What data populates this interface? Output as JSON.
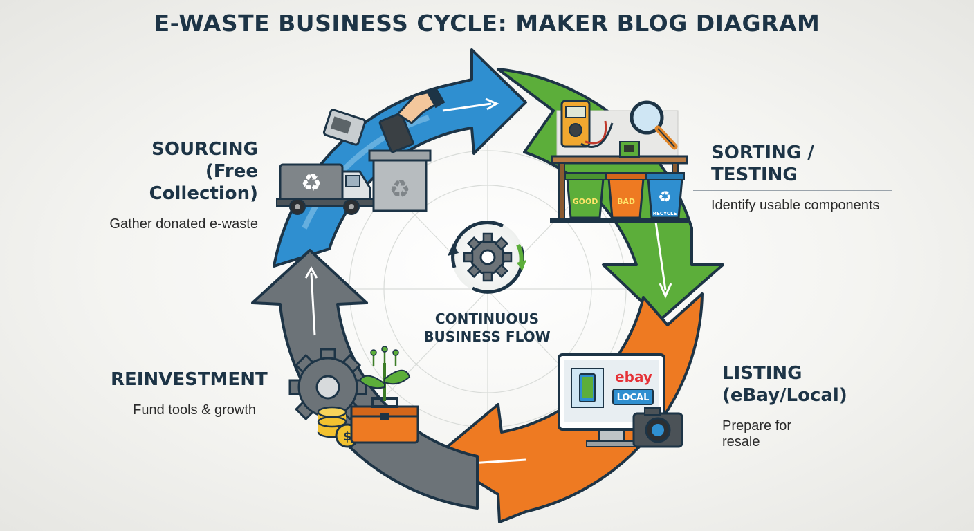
{
  "title": "E-WASTE BUSINESS CYCLE: MAKER BLOG DIAGRAM",
  "center": {
    "line1": "CONTINUOUS",
    "line2": "BUSINESS FLOW"
  },
  "stages": {
    "sourcing": {
      "title_line1": "SOURCING",
      "title_line2": "(Free Collection)",
      "desc": "Gather donated e-waste",
      "color": "#2f8fd0"
    },
    "sorting": {
      "title": "SORTING / TESTING",
      "desc": "Identify usable components",
      "color": "#5cae3a"
    },
    "listing": {
      "title_line1": "LISTING",
      "title_line2": "(eBay/Local)",
      "desc": "Prepare for resale",
      "color": "#ee7a22"
    },
    "reinvestment": {
      "title": "REINVESTMENT",
      "desc": "Fund tools & growth",
      "color": "#6c7378"
    }
  },
  "bins": {
    "good": "GOOD",
    "bad": "BAD",
    "recycle": "RECYCLE"
  },
  "monitor": {
    "ebay": "ebay",
    "local": "LOCAL"
  },
  "icons": [
    "recycle-truck-icon",
    "recycle-bin-icon",
    "multimeter-icon",
    "magnifier-icon",
    "monitor-icon",
    "camera-icon",
    "gear-icon",
    "coins-icon",
    "toolbox-icon",
    "plant-icon"
  ]
}
